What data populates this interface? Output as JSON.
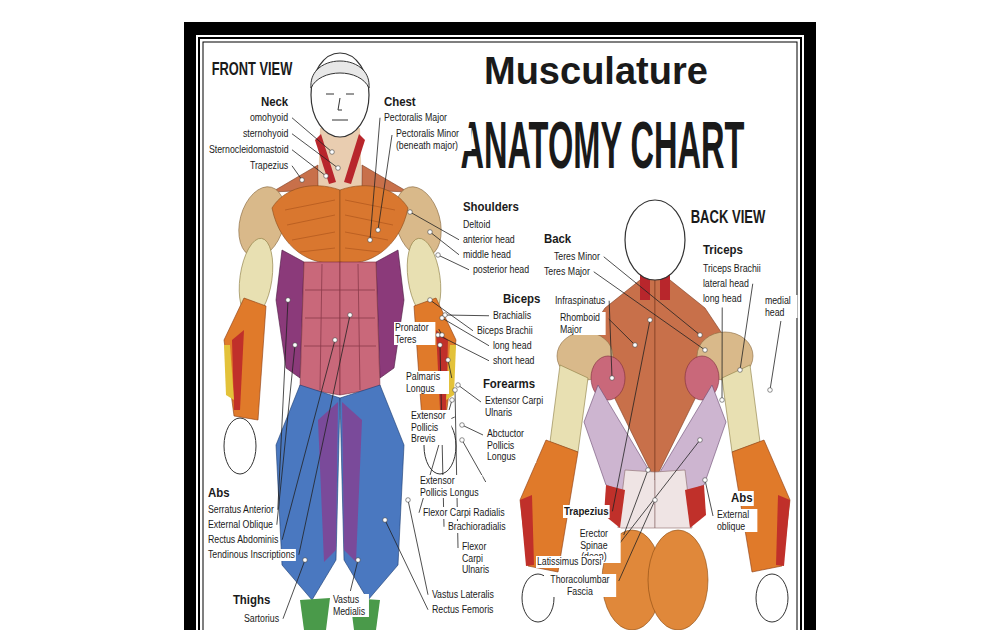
{
  "diagram": {
    "title": "ANATOMY CHART",
    "labels": [
      "FRONT VIEW",
      "Musculature",
      "Neck",
      "omohyoid",
      "sternohyoid",
      "Sternocleidomastoid",
      "Trapezius",
      "Chest",
      "Pectoralis Major",
      "Pectoralis Minor (beneath major)",
      "Shoulders",
      "Deltoid",
      "anterior head",
      "middle head",
      "posterior head",
      "Back",
      "Teres Minor",
      "Teres Major",
      "BACK VIEW",
      "Triceps",
      "Triceps Brachii",
      "lateral head",
      "long head",
      "medial head",
      "Biceps",
      "Brachialis",
      "Biceps Brachii",
      "long head",
      "short head",
      "Infraspinatus",
      "Rhomboid Major",
      "Pronator Teres",
      "Palmaris Longus",
      "Forearms",
      "Extensor Carpi Ulnaris",
      "Extensor Pollicis Brevis",
      "Abctuctor Pollicis Longus",
      "Extensor Pollicis Longus",
      "Flexor Carpi Radialis",
      "Brachioradialis",
      "Flexor Carpi Ulnaris",
      "Abs",
      "Serratus Anterior",
      "External Oblique",
      "Rectus Abdominis",
      "Tendinous Inscriptions",
      "Trapezius",
      "Erector Spinae (deep)",
      "Latissimus Dorsi",
      "Thoracolumbar Fascia",
      "Abs",
      "External oblique",
      "Thighs",
      "Sartorius",
      "Vastus Medialis",
      "Vastus Lateralis",
      "Rectus Femoris"
    ]
  }
}
